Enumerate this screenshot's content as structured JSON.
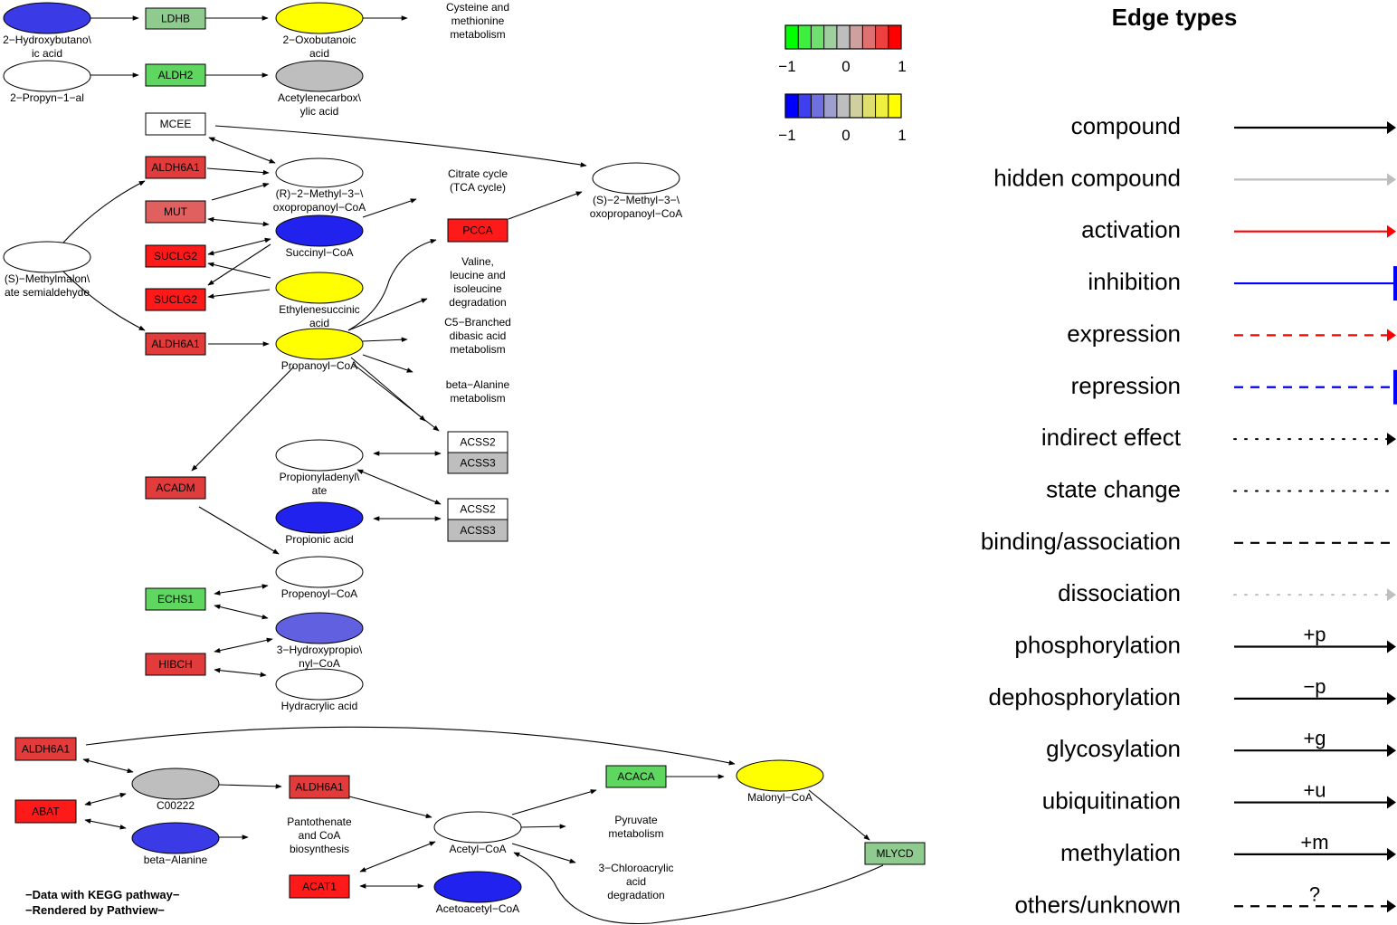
{
  "colors": {
    "gene_red": "#ff1a1a",
    "gene_red_mid": "#e23b3b",
    "gene_red_light": "#e06060",
    "gene_green": "#5fd65f",
    "gene_green_light": "#8fcb8f",
    "gene_grey": "#bebebe",
    "cpd_blue": "#2222ee",
    "cpd_blue_mid": "#3a3ae6",
    "cpd_blue_light": "#6060e0",
    "cpd_yellow": "#ffff00",
    "cpd_grey": "#bebebe"
  },
  "gene_nodes": [
    {
      "id": "ldhb",
      "label": "LDHB",
      "fill": "gene_green_light"
    },
    {
      "id": "aldh2",
      "label": "ALDH2",
      "fill": "gene_green"
    },
    {
      "id": "mcee",
      "label": "MCEE",
      "fill": "white"
    },
    {
      "id": "aldh6a1_a",
      "label": "ALDH6A1",
      "fill": "gene_red_mid"
    },
    {
      "id": "mut",
      "label": "MUT",
      "fill": "gene_red_light"
    },
    {
      "id": "suclg2_a",
      "label": "SUCLG2",
      "fill": "gene_red"
    },
    {
      "id": "suclg2_b",
      "label": "SUCLG2",
      "fill": "gene_red"
    },
    {
      "id": "aldh6a1_b",
      "label": "ALDH6A1",
      "fill": "gene_red_mid"
    },
    {
      "id": "pcca",
      "label": "PCCA",
      "fill": "gene_red"
    },
    {
      "id": "acss2_a",
      "label": "ACSS2",
      "fill": "white"
    },
    {
      "id": "acss3_a",
      "label": "ACSS3",
      "fill": "gene_grey"
    },
    {
      "id": "acss2_b",
      "label": "ACSS2",
      "fill": "white"
    },
    {
      "id": "acss3_b",
      "label": "ACSS3",
      "fill": "gene_grey"
    },
    {
      "id": "acadm",
      "label": "ACADM",
      "fill": "gene_red_mid"
    },
    {
      "id": "echs1",
      "label": "ECHS1",
      "fill": "gene_green"
    },
    {
      "id": "hibch",
      "label": "HIBCH",
      "fill": "gene_red_mid"
    },
    {
      "id": "aldh6a1_c",
      "label": "ALDH6A1",
      "fill": "gene_red_mid"
    },
    {
      "id": "abat",
      "label": "ABAT",
      "fill": "gene_red"
    },
    {
      "id": "aldh6a1_d",
      "label": "ALDH6A1",
      "fill": "gene_red_mid"
    },
    {
      "id": "acat1",
      "label": "ACAT1",
      "fill": "gene_red"
    },
    {
      "id": "acaca",
      "label": "ACACA",
      "fill": "gene_green"
    },
    {
      "id": "mlycd",
      "label": "MLYCD",
      "fill": "gene_green_light"
    }
  ],
  "compound_nodes": [
    {
      "id": "hydroxybutanoic",
      "lines": [
        "2−Hydroxybutano\\",
        "ic acid"
      ],
      "fill": "cpd_blue_mid"
    },
    {
      "id": "oxobutanoic",
      "lines": [
        "2−Oxobutanoic",
        "acid"
      ],
      "fill": "cpd_yellow"
    },
    {
      "id": "propynal",
      "lines": [
        "2−Propyn−1−al"
      ],
      "fill": "white"
    },
    {
      "id": "acetylenecarbox",
      "lines": [
        "Acetylenecarbox\\",
        "ylic acid"
      ],
      "fill": "cpd_grey"
    },
    {
      "id": "r_methyl",
      "lines": [
        "(R)−2−Methyl−3−\\",
        "oxopropanoyl−CoA"
      ],
      "fill": "white"
    },
    {
      "id": "s_methyl",
      "lines": [
        "(S)−2−Methyl−3−\\",
        "oxopropanoyl−CoA"
      ],
      "fill": "white"
    },
    {
      "id": "succinyl",
      "lines": [
        "Succinyl−CoA"
      ],
      "fill": "cpd_blue"
    },
    {
      "id": "methylmalonate",
      "lines": [
        "(S)−Methylmalon\\",
        "ate semialdehyde"
      ],
      "fill": "white"
    },
    {
      "id": "ethylenesuccinic",
      "lines": [
        "Ethylenesuccinic",
        "acid"
      ],
      "fill": "cpd_yellow"
    },
    {
      "id": "propanoyl",
      "lines": [
        "Propanoyl−CoA"
      ],
      "fill": "cpd_yellow"
    },
    {
      "id": "propionyladenylate",
      "lines": [
        "Propionyladenyl\\",
        "ate"
      ],
      "fill": "white"
    },
    {
      "id": "propionic",
      "lines": [
        "Propionic acid"
      ],
      "fill": "cpd_blue"
    },
    {
      "id": "propenoyl",
      "lines": [
        "Propenoyl−CoA"
      ],
      "fill": "white"
    },
    {
      "id": "hydroxypropionyl",
      "lines": [
        "3−Hydroxypropio\\",
        "nyl−CoA"
      ],
      "fill": "cpd_blue_light"
    },
    {
      "id": "hydracrylic",
      "lines": [
        "Hydracrylic acid"
      ],
      "fill": "white"
    },
    {
      "id": "c00222",
      "lines": [
        "C00222"
      ],
      "fill": "cpd_grey"
    },
    {
      "id": "beta_alanine",
      "lines": [
        "beta−Alanine"
      ],
      "fill": "cpd_blue_mid"
    },
    {
      "id": "acetyl",
      "lines": [
        "Acetyl−CoA"
      ],
      "fill": "white"
    },
    {
      "id": "acetoacetyl",
      "lines": [
        "Acetoacetyl−CoA"
      ],
      "fill": "cpd_blue"
    },
    {
      "id": "malonyl",
      "lines": [
        "Malonyl−CoA"
      ],
      "fill": "cpd_yellow"
    }
  ],
  "pathway_labels": [
    {
      "id": "cysteine",
      "lines": [
        "Cysteine and",
        "methionine",
        "metabolism"
      ]
    },
    {
      "id": "citrate",
      "lines": [
        "Citrate cycle",
        "(TCA cycle)"
      ]
    },
    {
      "id": "valine",
      "lines": [
        "Valine,",
        "leucine and",
        "isoleucine",
        "degradation"
      ]
    },
    {
      "id": "c5branched",
      "lines": [
        "C5−Branched",
        "dibasic acid",
        "metabolism"
      ]
    },
    {
      "id": "beta_alanine_met",
      "lines": [
        "beta−Alanine",
        "metabolism"
      ]
    },
    {
      "id": "pantothenate",
      "lines": [
        "Pantothenate",
        "and CoA",
        "biosynthesis"
      ]
    },
    {
      "id": "pyruvate",
      "lines": [
        "Pyruvate",
        "metabolism"
      ]
    },
    {
      "id": "chloroacrylic",
      "lines": [
        "3−Chloroacrylic",
        "acid",
        "degradation"
      ]
    }
  ],
  "color_scales": {
    "gene": {
      "colors": [
        "#00ff00",
        "#3fef3f",
        "#6fdf6f",
        "#9fcf9f",
        "#bebebe",
        "#cfa0a0",
        "#df7070",
        "#ef4040",
        "#ff0000"
      ],
      "min_label": "−1",
      "mid_label": "0",
      "max_label": "1"
    },
    "compound": {
      "colors": [
        "#0000ff",
        "#3f3fef",
        "#6f6fdf",
        "#9f9fcf",
        "#bebebe",
        "#cfcf9f",
        "#dfdf6f",
        "#efef3f",
        "#ffff00"
      ],
      "min_label": "−1",
      "mid_label": "0",
      "max_label": "1"
    }
  },
  "legend": {
    "title": "Edge types",
    "items": [
      {
        "label": "compound",
        "style": "solid",
        "color": "#000000",
        "head": "arrow",
        "mark": ""
      },
      {
        "label": "hidden compound",
        "style": "solid",
        "color": "#bebebe",
        "head": "arrow",
        "mark": ""
      },
      {
        "label": "activation",
        "style": "solid",
        "color": "#ff0000",
        "head": "arrow",
        "mark": ""
      },
      {
        "label": "inhibition",
        "style": "solid",
        "color": "#0000ff",
        "head": "bar",
        "mark": ""
      },
      {
        "label": "expression",
        "style": "dashed",
        "color": "#ff0000",
        "head": "arrow",
        "mark": ""
      },
      {
        "label": "repression",
        "style": "dashed",
        "color": "#0000ff",
        "head": "bar",
        "mark": ""
      },
      {
        "label": "indirect effect",
        "style": "dotted",
        "color": "#000000",
        "head": "arrow",
        "mark": ""
      },
      {
        "label": "state change",
        "style": "dotted",
        "color": "#000000",
        "head": "none",
        "mark": ""
      },
      {
        "label": "binding/association",
        "style": "dashed",
        "color": "#000000",
        "head": "none",
        "mark": ""
      },
      {
        "label": "dissociation",
        "style": "dotted",
        "color": "#bebebe",
        "head": "arrow",
        "mark": ""
      },
      {
        "label": "phosphorylation",
        "style": "solid",
        "color": "#000000",
        "head": "arrow",
        "mark": "+p"
      },
      {
        "label": "dephosphorylation",
        "style": "solid",
        "color": "#000000",
        "head": "arrow",
        "mark": "−p"
      },
      {
        "label": "glycosylation",
        "style": "solid",
        "color": "#000000",
        "head": "arrow",
        "mark": "+g"
      },
      {
        "label": "ubiquitination",
        "style": "solid",
        "color": "#000000",
        "head": "arrow",
        "mark": "+u"
      },
      {
        "label": "methylation",
        "style": "solid",
        "color": "#000000",
        "head": "arrow",
        "mark": "+m"
      },
      {
        "label": "others/unknown",
        "style": "dashed",
        "color": "#000000",
        "head": "arrow",
        "mark": "?"
      }
    ]
  },
  "footer": {
    "line1": "−Data with KEGG pathway−",
    "line2": "−Rendered  by  Pathview−"
  }
}
